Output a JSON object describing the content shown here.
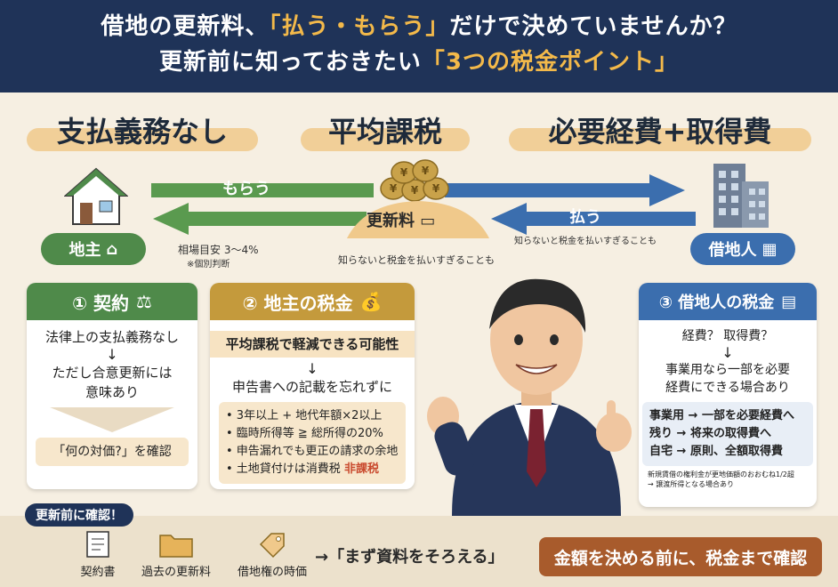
{
  "header": {
    "line1_a": "借地の更新料、",
    "line1_b": "「払う・もらう」",
    "line1_c": "だけで決めていませんか？",
    "line2_a": "更新前に知っておきたい",
    "line2_b": "「3つの税金ポイント」"
  },
  "sections": {
    "s1": "支払義務なし",
    "s2": "平均課税",
    "s3": "必要経費+取得費"
  },
  "flow": {
    "landlord": "地主",
    "tenant": "借地人",
    "receive": "もらう",
    "pay": "払う",
    "fee": "更新料",
    "market": "相場目安 3〜4%",
    "market_note": "※個別判断",
    "warn_center": "知らないと税金を払いすぎることも",
    "warn_right": "知らないと税金を払いすぎることも"
  },
  "card1": {
    "title": "① 契約",
    "l1": "法律上の支払義務なし",
    "arrow": "↓",
    "l2": "ただし合意更新には",
    "l3": "意味あり",
    "box": "「何の対価?」を確認"
  },
  "card2": {
    "title": "② 地主の税金",
    "l1": "平均課税で軽減できる可能性",
    "arrow": "↓",
    "l2": "申告書への記載を忘れずに",
    "b1": "• 3年以上 + 地代年額×2以上",
    "b2": "• 臨時所得等 ≧ 総所得の20%",
    "b3": "• 申告漏れでも更正の請求の余地",
    "b4a": "• 土地貸付けは消費税",
    "b4b": "非課税"
  },
  "card3": {
    "title": "③ 借地人の税金",
    "l1": "経費？ 取得費？",
    "arrow": "↓",
    "l2": "事業用なら一部を必要",
    "l3": "経費にできる場合あり",
    "b1": "事業用 → 一部を必要経費へ",
    "b2": "残り → 将来の取得費へ",
    "b3": "自宅 → 原則、全額取得費",
    "n1": "新規賃借の権利金が更地価額のおおむね1/2超",
    "n2": "→ 譲渡所得となる場合あり"
  },
  "bottom": {
    "callout": "更新前に確認！",
    "doc1": "契約書",
    "doc2": "過去の更新料",
    "doc3": "借地権の時価",
    "arrow_text": "→「まず資料をそろえる」",
    "final": "金額を決める前に、税金まで確認"
  },
  "colors": {
    "navy": "#1f3358",
    "green": "#4f8a4a",
    "gold": "#c49a3c",
    "blue": "#3b6eae",
    "brown": "#a85b2c"
  }
}
